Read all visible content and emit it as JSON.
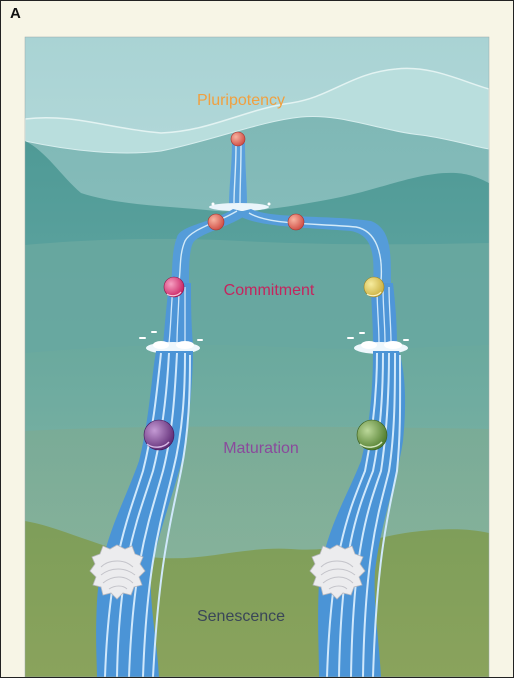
{
  "panel_letter": "A",
  "stages": {
    "pluripotency": "Pluripotency",
    "commitment": "Commitment",
    "maturation": "Maturation",
    "senescence": "Senescence"
  },
  "colors": {
    "pluripotency_label": "#f0a040",
    "commitment_label": "#c4255e",
    "maturation_label": "#8a4a9c",
    "senescence_label": "#3a4658",
    "stream": "#4f96d8",
    "stream_highlight": "#cfe7fa",
    "stem_cell": "#e06a5e",
    "commitment_cell_left": "#d8336e",
    "commitment_cell_right": "#d8c24e",
    "mature_cell_left": "#7d3f8e",
    "mature_cell_right": "#6e9a3e",
    "senescent_cell": "#e4e4e6"
  }
}
